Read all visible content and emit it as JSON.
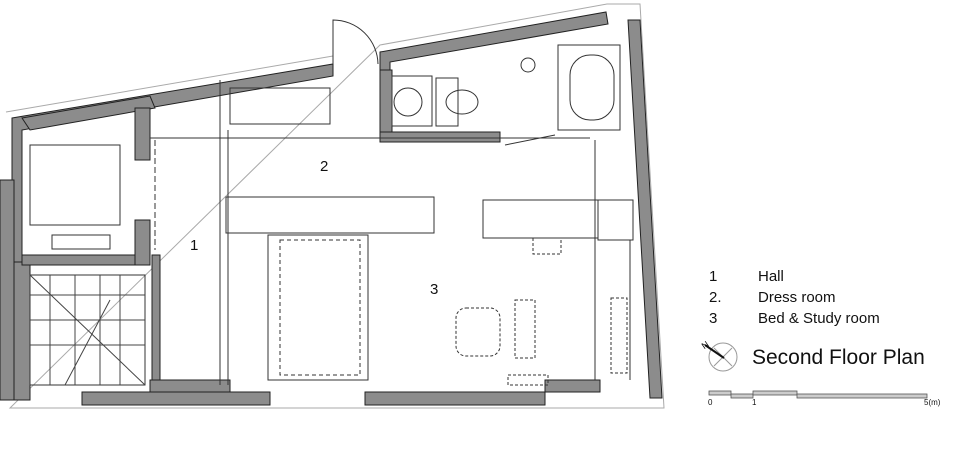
{
  "rooms": [
    {
      "number": "1",
      "name": "Hall"
    },
    {
      "number": "2",
      "name": "Dress room"
    },
    {
      "number": "3",
      "name": "Bed & Study room"
    }
  ],
  "legend": [
    {
      "number": "1",
      "name": "Hall"
    },
    {
      "number": "2.",
      "name": "Dress room"
    },
    {
      "number": "3",
      "name": "Bed & Study room"
    }
  ],
  "title": "Second Floor Plan",
  "north_label": "N",
  "scale": {
    "ticks": [
      "0",
      "1",
      "5(m)"
    ]
  },
  "colors": {
    "wall": "#8c8c8c",
    "line": "#222222"
  }
}
